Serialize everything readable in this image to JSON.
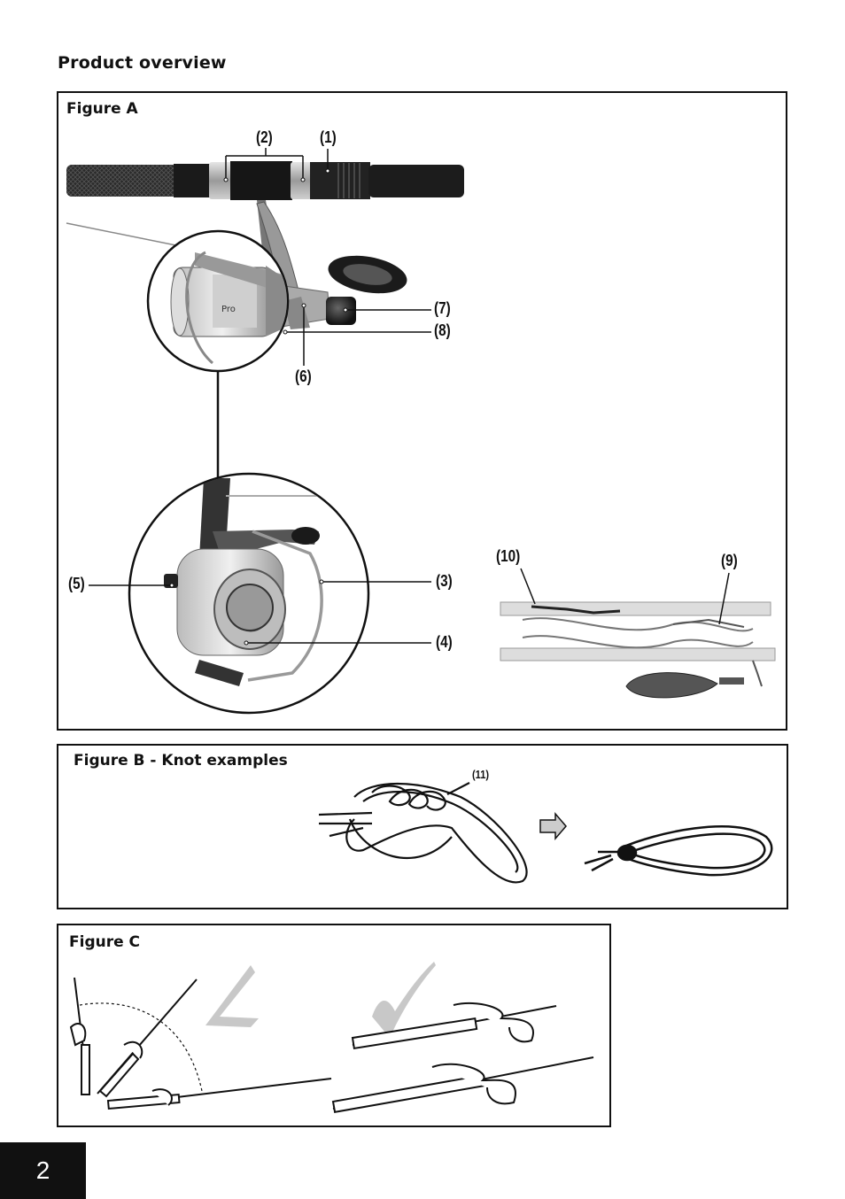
{
  "heading": "Product overview",
  "figure_a": {
    "label": "Figure A",
    "callouts": [
      "(1)",
      "(2)",
      "(3)",
      "(4)",
      "(5)",
      "(6)",
      "(7)",
      "(8)",
      "(9)",
      "(10)"
    ]
  },
  "figure_b": {
    "label": "Figure B - Knot examples",
    "callouts": [
      "(11)"
    ]
  },
  "figure_c": {
    "label": "Figure C"
  },
  "page_number": "2"
}
